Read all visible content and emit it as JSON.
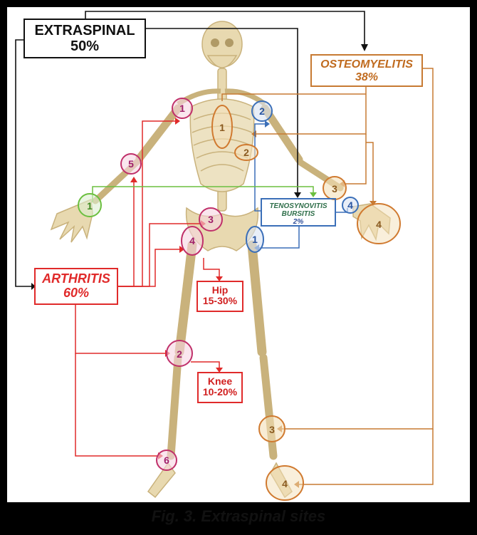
{
  "extraspinal": {
    "title": "EXTRASPINAL",
    "percent": "50%"
  },
  "osteomyelitis": {
    "title": "OSTEOMYELITIS",
    "percent": "38%"
  },
  "arthritis": {
    "title": "ARTHRITIS",
    "percent": "60%"
  },
  "tenosynovitis": {
    "line1": "TENOSYNOVITIS",
    "line2": "BURSITIS",
    "percent": "2%"
  },
  "hip": {
    "title": "Hip",
    "range": "15-30%"
  },
  "knee": {
    "title": "Knee",
    "range": "10-20%"
  },
  "caption": "Fig. 3. Extraspinal sites",
  "sites": {
    "arthritis_shoulder": "1",
    "arthritis_knee": "2",
    "arthritis_sacroiliac": "3",
    "arthritis_hip": "4",
    "arthritis_elbow": "5",
    "arthritis_foot": "6",
    "osteo_sternum": "1",
    "osteo_rib": "2",
    "osteo_forearm": "3",
    "osteo_hand": "4",
    "osteo_tibia": "3",
    "osteo_foot": "4",
    "teno_shoulder": "2",
    "teno_wrist": "4",
    "teno_pelvis": "1",
    "green_hand": "1"
  },
  "colors": {
    "arthritis": "#e02a2a",
    "osteomyelitis": "#c77a32",
    "tenosynovitis": "#3b6fb8",
    "green": "#6bbf3f",
    "bone": "#e8d9b0",
    "bone_shadow": "#c9b27c"
  }
}
